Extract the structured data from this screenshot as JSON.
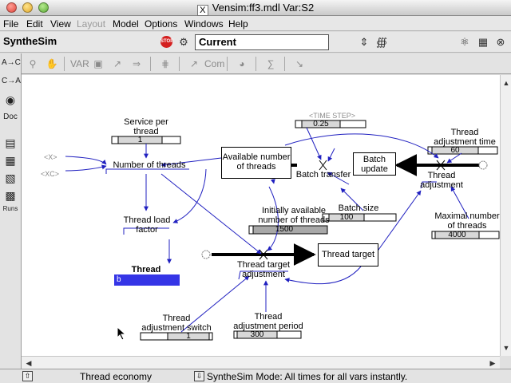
{
  "window": {
    "title": "Vensim:ff3.mdl Var:S2",
    "x_logo": "X"
  },
  "menu": [
    "File",
    "Edit",
    "View",
    "Layout",
    "Model",
    "Options",
    "Windows",
    "Help"
  ],
  "menu_disabled": [
    "Layout"
  ],
  "toolbar": {
    "app_name": "SyntheSim",
    "stop_label": "STOP",
    "run_name": "Current"
  },
  "palette": {
    "doc_label": "Doc",
    "runs_label": "Runs",
    "abc_label": "A→C",
    "cab_label": "C→A"
  },
  "toolbar2_labels": {
    "var": "VAR",
    "com": "Com"
  },
  "model": {
    "service_per_thread": {
      "label": "Service per\nthread",
      "value": "1"
    },
    "shadow_1": "<X>",
    "shadow_2": "<XC>",
    "number_of_threads": "Number of threads",
    "available_threads": "Available number\nof threads",
    "time_step": {
      "label": "<TIME STEP>",
      "value": "0.25"
    },
    "batch_transfer": "Batch transfer",
    "batch_update": "Batch\nupdate",
    "thread_adjustment_time": {
      "label": "Thread\nadjustment time",
      "value": "60"
    },
    "thread_adjustment": "Thread\nadjustment",
    "initially_available": {
      "label": "Initially available\nnumber of threads",
      "value": "1500"
    },
    "batch_size": {
      "label": "Batch size",
      "value": "100"
    },
    "maximal_threads": {
      "label": "Maximal number\nof threads",
      "value": "4000"
    },
    "thread_load_factor": "Thread load\nfactor",
    "thread_target_adjustment": "Thread target\nadjustment",
    "thread_target": "Thread target",
    "thread_bar": {
      "label": "Thread",
      "value": "b"
    },
    "adjustment_switch": {
      "label": "Thread\nadjustment switch",
      "value": "1"
    },
    "adjustment_period": {
      "label": "Thread\nadjustment period",
      "value": "300"
    }
  },
  "status": {
    "left": "Thread economy",
    "right": "SyntheSim Mode: All times for all vars instantly."
  },
  "colors": {
    "link": "#2020c0",
    "flow": "#000000",
    "bar": "#3535e6",
    "shadow": "#8c8c8c"
  },
  "icons": [
    "stop-icon",
    "lock-icon",
    "hand-icon",
    "arrow-icon",
    "flow-icon",
    "pointer-icon",
    "graph-icon",
    "chart-icon",
    "table-icon",
    "equation-icon",
    "sketch-icon",
    "close-icon"
  ]
}
